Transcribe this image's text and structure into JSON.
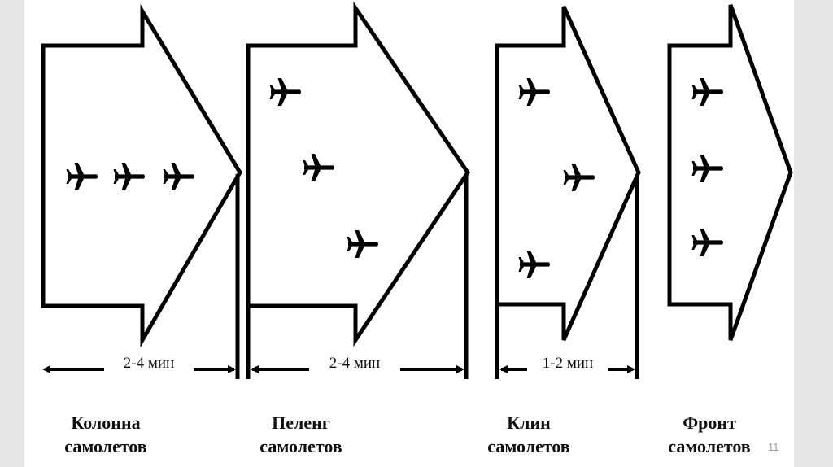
{
  "diagram": {
    "formations": [
      {
        "id": "kolonna",
        "name_line1": "Колонна",
        "name_line2": "самолетов",
        "distance": "2-4 мин"
      },
      {
        "id": "peleng",
        "name_line1": "Пеленг",
        "name_line2": "самолетов",
        "distance": "2-4 мин"
      },
      {
        "id": "klin",
        "name_line1": "Клин",
        "name_line2": "самолетов",
        "distance": "1-2 мин"
      },
      {
        "id": "front",
        "name_line1": "Фронт",
        "name_line2": "самолетов",
        "distance": ""
      }
    ],
    "icon": "airplane-icon",
    "stroke_color": "#000000"
  },
  "slide": {
    "page_number": "11"
  }
}
